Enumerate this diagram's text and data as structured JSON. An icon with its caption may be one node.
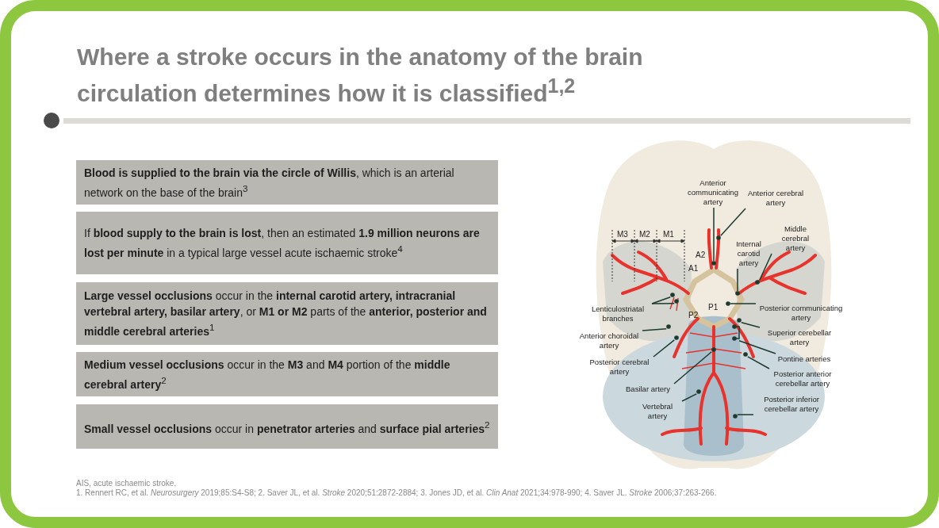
{
  "diagram": {
    "title": "Where a stroke occurs in the anatomy of the brain circulation determines how it is classified$^{1,2}$",
    "nodes": [
      {
        "text": [
          "**Blood is supplied to the brain via the circle of Willis**, which is an arterial network on the base of the brain$^{3}$"
        ]
      },
      {
        "text": [
          "If **blood supply to the brain is lost**, then an estimated **1.9 million neurons are lost per minute** in a typical large vessel acute ischaemic stroke$^{4}$"
        ]
      },
      {
        "text": [
          "**Large vessel occlusions** occur in the **internal carotid artery, intracranial vertebral artery, basilar artery**, or **M1 or M2** parts of the **anterior, posterior and middle cerebral arteries**$^{1}$"
        ]
      },
      {
        "text": [
          "**Medium vessel occlusions** occur in the **M3** and **M4** portion of the **middle cerebral artery**$^{2}$"
        ]
      },
      {
        "text": [
          "**Small vessel occlusions** occur in **penetrator arteries** and **surface pial arteries**$^{2}$"
        ]
      },
      {
        "text": [
          "Anterior communicating artery"
        ]
      },
      {
        "text": [
          "Anterior cerebral artery"
        ]
      },
      {
        "text": [
          "Middle cerebral artery"
        ]
      },
      {
        "text": [
          "Internal carotid artery"
        ]
      },
      {
        "text": [
          "Lenticulostriatal branches"
        ]
      },
      {
        "text": [
          "Posterior communicating artery"
        ]
      },
      {
        "text": [
          "Anterior choroidal artery"
        ]
      },
      {
        "text": [
          "Superior cerebellar artery"
        ]
      },
      {
        "text": [
          "Posterior cerebral artery"
        ]
      },
      {
        "text": [
          "Pontine arteries"
        ]
      },
      {
        "text": [
          "Posterior anterior cerebellar artery"
        ]
      },
      {
        "text": [
          "Basilar artery"
        ]
      },
      {
        "text": [
          "Vertebral artery"
        ]
      },
      {
        "text": [
          "Posterior inferior cerebellar artery"
        ]
      },
      {
        "text": [],
        "shape": "circle"
      },
      {
        "text": [],
        "shape": "circle"
      },
      {
        "text": [],
        "shape": "circle"
      },
      {
        "text": [],
        "shape": "circle"
      },
      {
        "text": [],
        "shape": "circle"
      },
      {
        "text": [],
        "shape": "circle"
      },
      {
        "text": [],
        "shape": "circle"
      },
      {
        "text": [],
        "shape": "circle"
      },
      {
        "text": [],
        "shape": "circle"
      },
      {
        "text": [],
        "shape": "bracket"
      },
      {
        "text": [],
        "shape": "circle"
      },
      {
        "text": [],
        "shape": "circle"
      },
      {
        "text": [],
        "shape": "circle"
      },
      {
        "text": [],
        "shape": "circle"
      },
      {
        "text": [],
        "shape": "circle"
      }
    ],
    "edges": [
      {
        "from": 5,
        "to": 20,
        "arrow": "none"
      },
      {
        "from": 6,
        "to": 19,
        "arrow": "none"
      },
      {
        "from": 7,
        "to": 21,
        "arrow": "none"
      },
      {
        "from": 8,
        "to": 22,
        "arrow": "none"
      },
      {
        "from": 9,
        "to": 23,
        "arrow": "none"
      },
      {
        "from": 9,
        "to": 24,
        "arrow": "none"
      },
      {
        "from": 10,
        "to": 25,
        "arrow": "none"
      },
      {
        "from": 11,
        "to": 27,
        "arrow": "none"
      },
      {
        "from": 12,
        "to": 26,
        "arrow": "none"
      },
      {
        "from": 13,
        "to": 29,
        "arrow": "none"
      },
      {
        "from": 14,
        "to": 28,
        "arrow": "none"
      },
      {
        "from": 15,
        "to": 31,
        "arrow": "none"
      },
      {
        "from": 16,
        "to": 30,
        "arrow": "none"
      },
      {
        "from": 17,
        "to": 32,
        "arrow": "none"
      },
      {
        "from": 18,
        "to": 33,
        "arrow": "none"
      }
    ],
    "labels": [
      "M3",
      "M2",
      "M1",
      "A2",
      "A1",
      "P1",
      "P2",
      "AIS, acute ischaemic stroke.",
      "1. Rennert RC, et al. *Neurosurgery* 2019;85:S4-S8; 2. Saver JL, et al. *Stroke* 2020;51:2872-2884; 3. Jones JD, et al. *Clin Anat* 2021;34:978-990; 4. Saver JL. *Stroke* 2006;37:263-266."
    ]
  }
}
